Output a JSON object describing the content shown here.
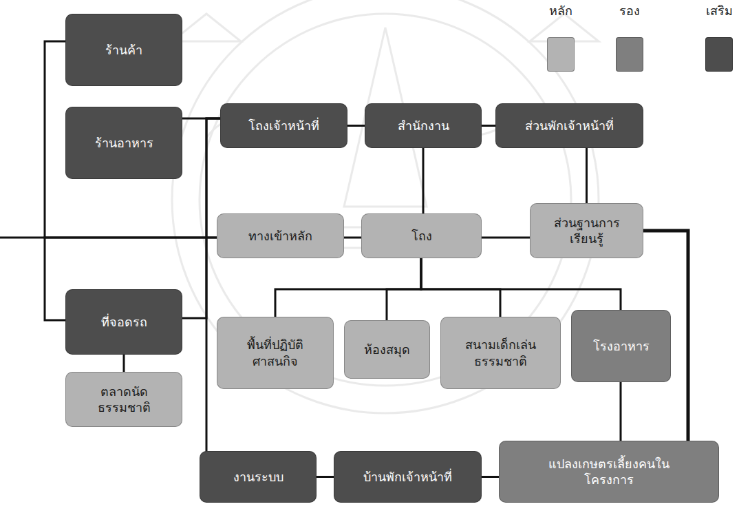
{
  "diagram": {
    "nodes": [
      {
        "text": [
          "ร้านค้า"
        ]
      },
      {
        "text": [
          "ร้านอาหาร"
        ]
      },
      {
        "text": [
          "โถงเจ้าหน้าที่"
        ]
      },
      {
        "text": [
          "สำนักงาน"
        ]
      },
      {
        "text": [
          "ส่วนพักเจ้าหน้าที่"
        ]
      },
      {
        "text": [
          "ทางเข้าหลัก"
        ]
      },
      {
        "text": [
          "โถง"
        ]
      },
      {
        "text": [
          "ส่วนฐานการ เรียนรู้"
        ]
      },
      {
        "text": [
          "ที่จอดรถ"
        ]
      },
      {
        "text": [
          "พื้นที่ปฏิบัติ ศาสนกิจ"
        ]
      },
      {
        "text": [
          "ห้องสมุด"
        ]
      },
      {
        "text": [
          "สนามเด็กเล่น ธรรมชาติ"
        ]
      },
      {
        "text": [
          "โรงอาหาร"
        ]
      },
      {
        "text": [
          "ตลาดนัด ธรรมชาติ"
        ]
      },
      {
        "text": [
          "งานระบบ"
        ]
      },
      {
        "text": [
          "บ้านพักเจ้าหน้าที่"
        ]
      },
      {
        "text": [
          "แปลงเกษตรเลี้ยงคนใน โครงการ"
        ]
      }
    ],
    "edges": [
      {
        "from": 5,
        "to": 0,
        "arrow": "none"
      },
      {
        "from": 5,
        "to": 8,
        "arrow": "none"
      },
      {
        "from": 8,
        "to": 13,
        "arrow": "none"
      },
      {
        "from": 2,
        "to": 1,
        "arrow": "none"
      },
      {
        "from": 2,
        "to": 8,
        "arrow": "none"
      },
      {
        "from": 2,
        "to": 14,
        "arrow": "none"
      },
      {
        "from": 2,
        "to": 3,
        "arrow": "none"
      },
      {
        "from": 3,
        "to": 4,
        "arrow": "none"
      },
      {
        "from": 3,
        "to": 6,
        "arrow": "none"
      },
      {
        "from": 4,
        "to": 7,
        "arrow": "none"
      },
      {
        "from": 5,
        "to": 6,
        "arrow": "none"
      },
      {
        "from": 6,
        "to": 7,
        "arrow": "none"
      },
      {
        "from": 6,
        "to": 9,
        "arrow": "none"
      },
      {
        "from": 6,
        "to": 10,
        "arrow": "none"
      },
      {
        "from": 6,
        "to": 11,
        "arrow": "none"
      },
      {
        "from": 6,
        "to": 12,
        "arrow": "none"
      },
      {
        "from": 12,
        "to": 16,
        "arrow": "none"
      },
      {
        "from": 16,
        "to": 15,
        "arrow": "none"
      },
      {
        "from": 15,
        "to": 14,
        "arrow": "none"
      },
      {
        "from": 7,
        "to": 16,
        "arrow": "none"
      }
    ],
    "legend": [
      {
        "text": "หลัก",
        "color": "#b3b3b3"
      },
      {
        "text": "รอง",
        "color": "#7f7f7f"
      },
      {
        "text": "เสริม",
        "color": "#4d4d4d"
      }
    ]
  }
}
